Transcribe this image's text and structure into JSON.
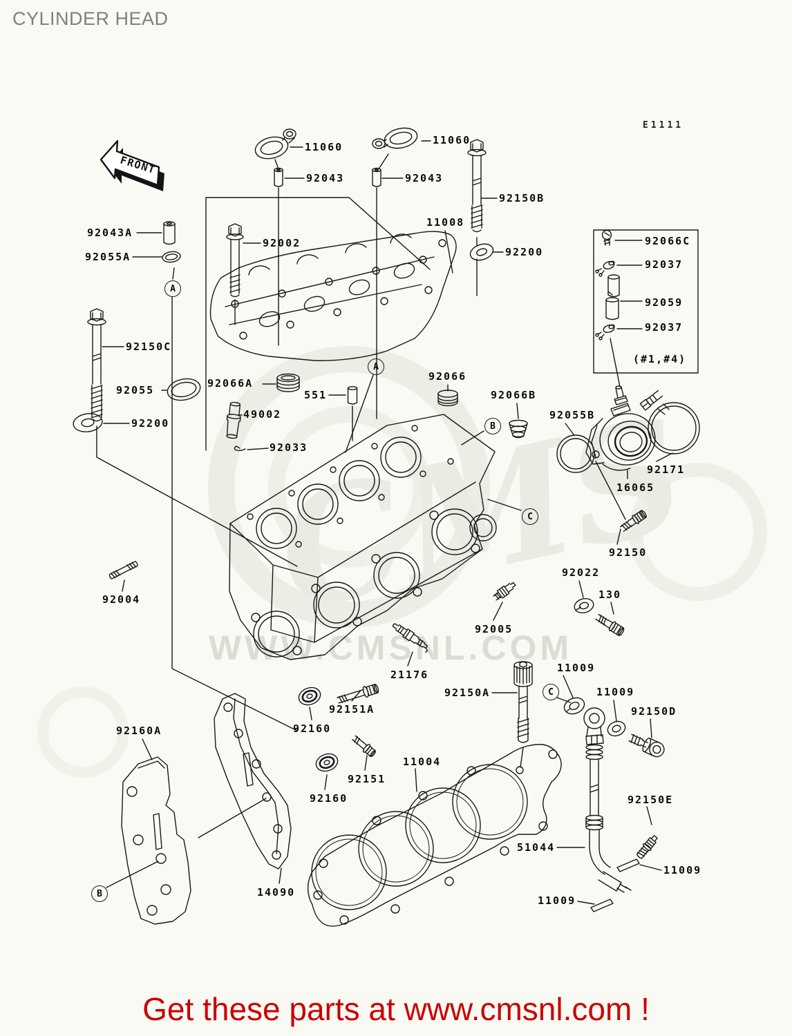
{
  "page": {
    "title": "CYLINDER HEAD",
    "diagram_code": "E1111",
    "front_arrow": "FRONT"
  },
  "watermark": {
    "logo_text": "CMS",
    "url_text": "WWW.CMSNL.COM"
  },
  "footer": {
    "text": "Get these parts at www.cmsnl.com !",
    "accent_color": "#cc0000"
  },
  "callouts": [
    "11060",
    "92043",
    "11060",
    "92043",
    "92150B",
    "11008",
    "92200",
    "92002",
    "92043A",
    "92055A",
    "92150C",
    "92055",
    "92200",
    "92066A",
    "551",
    "49002",
    "92033",
    "92066",
    "92066B",
    "92055B",
    "92171",
    "16065",
    "92150",
    "92022",
    "130",
    "92004",
    "92005",
    "21176",
    "92150A",
    "11009",
    "11009",
    "92150D",
    "92151A",
    "92160",
    "92160A",
    "11004",
    "92151",
    "92160",
    "92150E",
    "51044",
    "11009",
    "14090",
    "11009",
    "(#1,#4)",
    "92066C",
    "92037",
    "92059",
    "92037"
  ],
  "circle_labels": [
    "A",
    "A",
    "B",
    "C",
    "C",
    "B"
  ]
}
